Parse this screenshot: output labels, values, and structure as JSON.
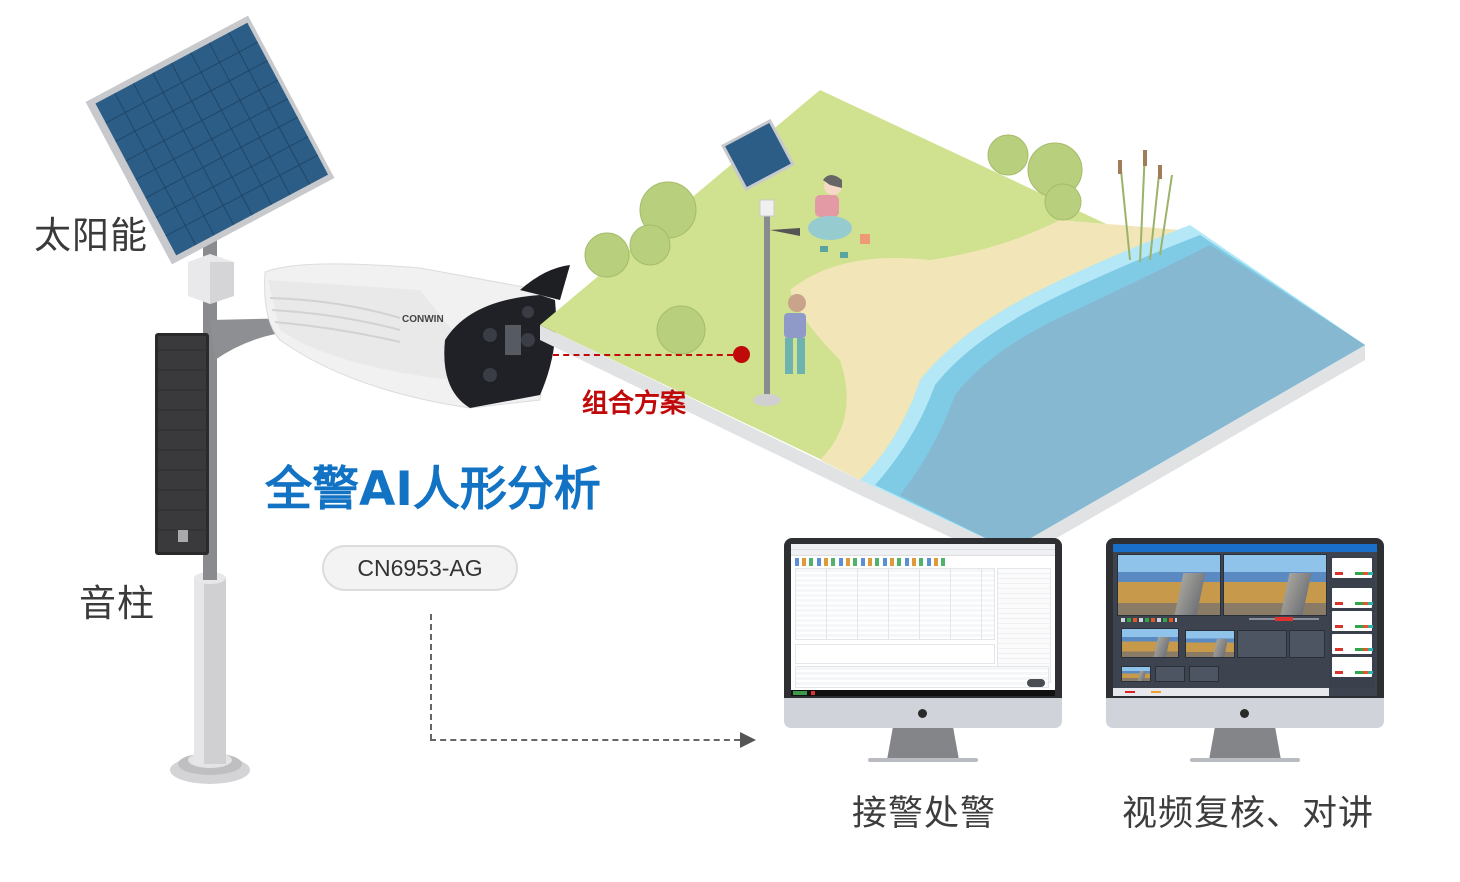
{
  "labels": {
    "solar": "太阳能",
    "speaker": "音柱",
    "main_title": "全警AI人形分析",
    "combination": "组合方案",
    "model_number": "CN6953-AG"
  },
  "camera": {
    "brand": "CONWIN"
  },
  "monitors": [
    {
      "caption": "接警处警",
      "screen": "alarm-handling-table-app"
    },
    {
      "caption": "视频复核、对讲",
      "screen": "video-review-intercom-app"
    }
  ],
  "colors": {
    "title_blue": "#1273c4",
    "accent_red": "#c00a0a",
    "label_gray": "#3a3a3a",
    "solar_panel": "#2c5d86",
    "grass": "#d0e18f",
    "sand": "#f2e6b8",
    "water": "#86b8d2",
    "monitor_bezel": "#2e2f33"
  }
}
